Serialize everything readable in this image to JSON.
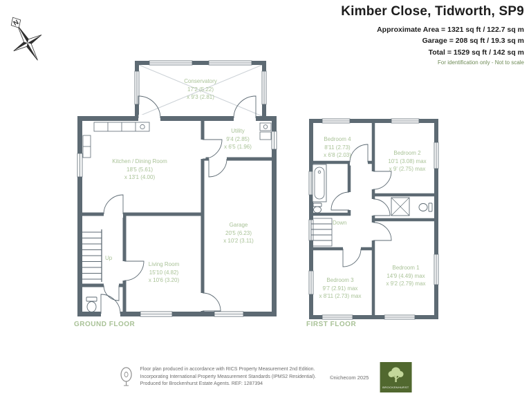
{
  "header": {
    "title": "Kimber Close, Tidworth, SP9",
    "area_lines": [
      "Approximate Area = 1321 sq ft / 122.7 sq m",
      "Garage = 208 sq ft / 19.3 sq m",
      "Total = 1529 sq ft / 142 sq m"
    ],
    "disclaimer": "For identification only - Not to scale"
  },
  "compass": {
    "north_label": "N"
  },
  "ground_floor": {
    "title": "GROUND FLOOR",
    "up_label": "Up",
    "rooms": {
      "conservatory": {
        "name": "Conservatory",
        "dim1": "17'2 (5.22)",
        "dim2": "x 9'3 (2.81)"
      },
      "utility": {
        "name": "Utility",
        "dim1": "9'4 (2.85)",
        "dim2": "x 6'5 (1.96)"
      },
      "kitchen": {
        "name": "Kitchen / Dining Room",
        "dim1": "18'5 (5.61)",
        "dim2": "x 13'1 (4.00)"
      },
      "garage": {
        "name": "Garage",
        "dim1": "20'5 (6.23)",
        "dim2": "x 10'2 (3.11)"
      },
      "living": {
        "name": "Living Room",
        "dim1": "15'10 (4.82)",
        "dim2": "x 10'6 (3.20)"
      }
    }
  },
  "first_floor": {
    "title": "FIRST FLOOR",
    "down_label": "Down",
    "rooms": {
      "bedroom4": {
        "name": "Bedroom 4",
        "dim1": "8'11 (2.73)",
        "dim2": "x 6'8 (2.03)"
      },
      "bedroom2": {
        "name": "Bedroom 2",
        "dim1": "10'1 (3.08) max",
        "dim2": "x 9' (2.75) max"
      },
      "bedroom3": {
        "name": "Bedroom 3",
        "dim1": "9'7 (2.91) max",
        "dim2": "x 8'11 (2.73) max"
      },
      "bedroom1": {
        "name": "Bedroom 1",
        "dim1": "14'9 (4.49) max",
        "dim2": "x 9'2 (2.79) max"
      }
    }
  },
  "footer": {
    "notes": [
      "Floor plan produced in accordance with RICS Property Measurement 2nd Edition.",
      "Incorporating International Property Measurement Standards (IPMS2 Residential).",
      "Produced for Brockenhurst Estate Agents.  REF: 1287394"
    ],
    "copyright": "©nichecom 2025",
    "logo_label": "BROCKENHURST"
  },
  "colors": {
    "wall": "#5d6a73",
    "room_text": "#a9c297",
    "accent_green": "#6f8b57",
    "logo_green": "#51682f"
  }
}
